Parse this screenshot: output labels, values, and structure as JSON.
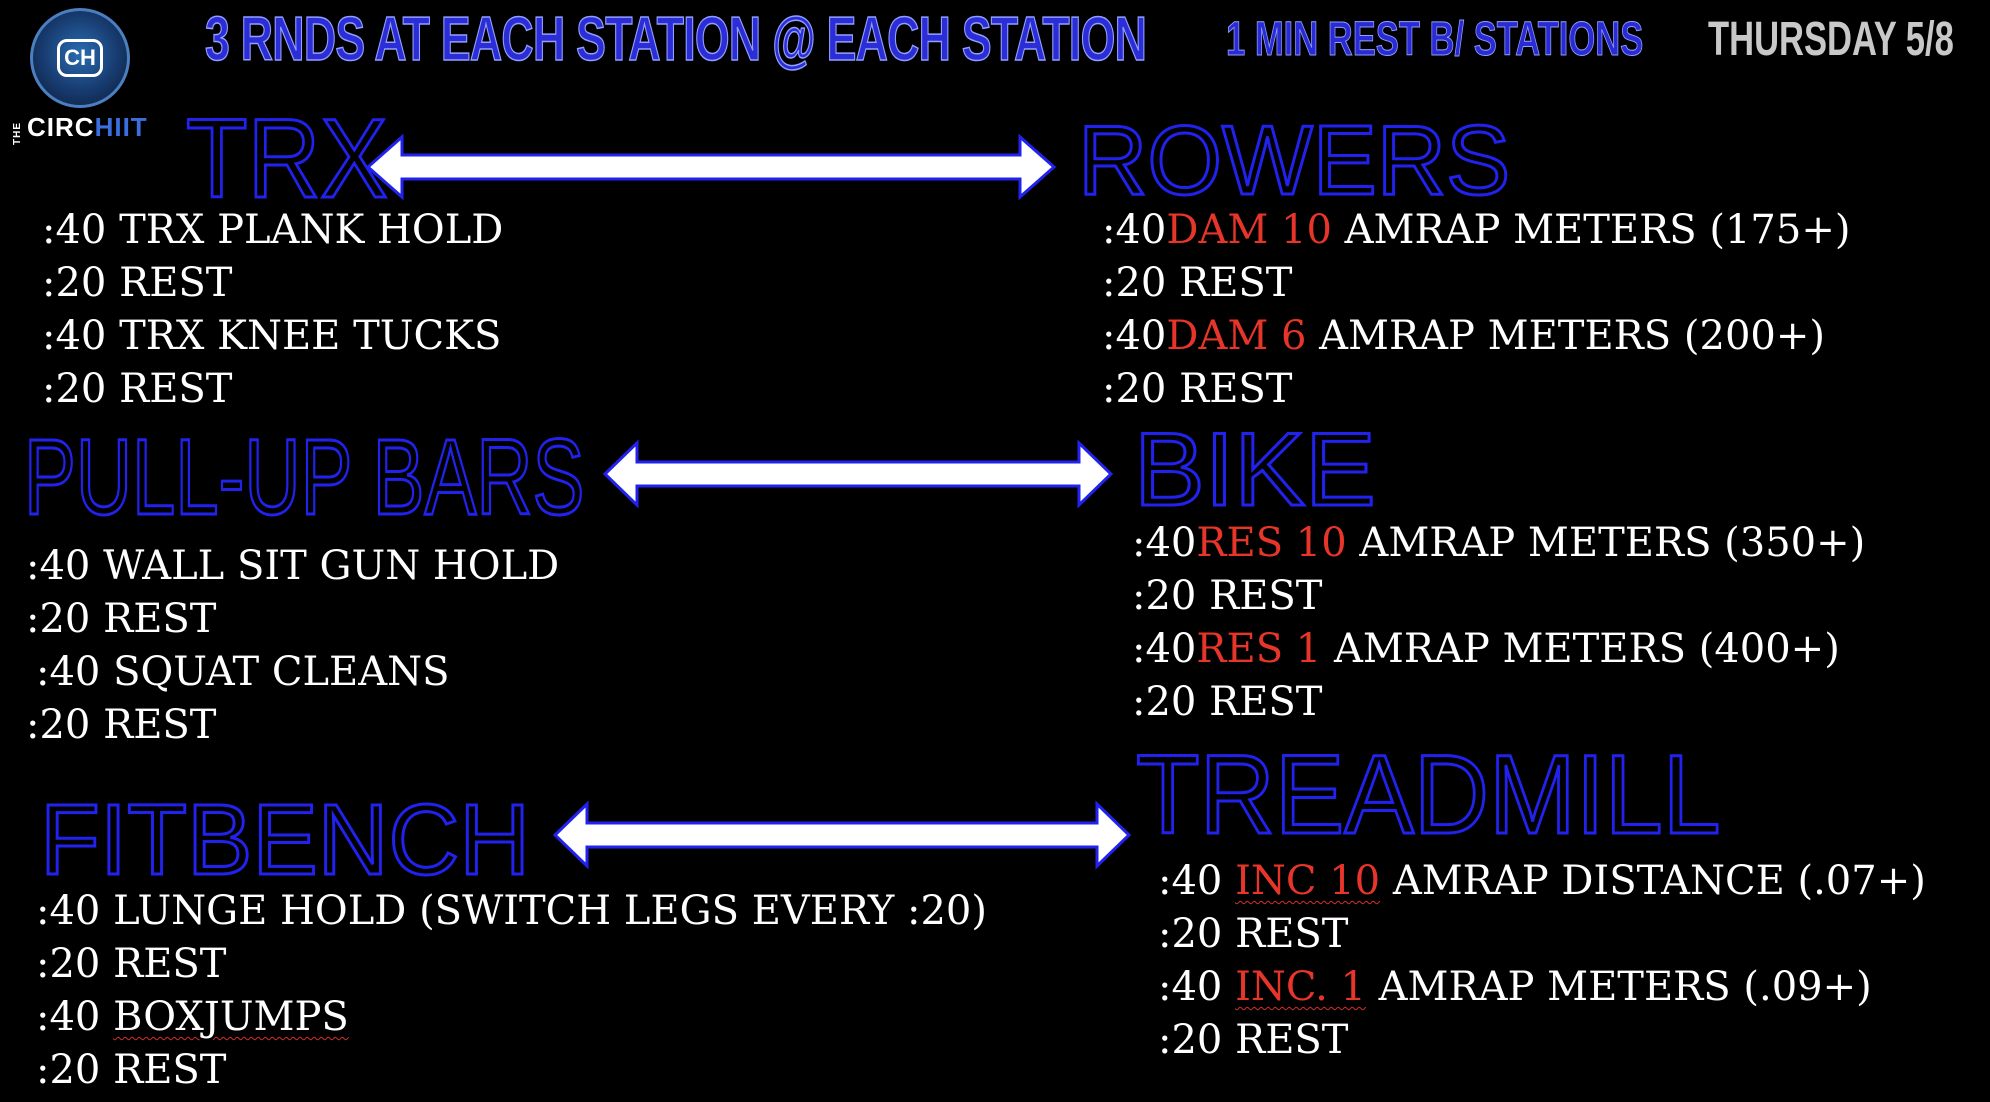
{
  "header": {
    "title": "3 RNDS AT EACH STATION  @ EACH STATION",
    "rest": "1 MIN REST B/ STATIONS",
    "date": "THURSDAY 5/8"
  },
  "logo": {
    "the": "THE",
    "circ": "CIRC",
    "hiit": "HIIT",
    "mark": "CH"
  },
  "stations": {
    "trx": {
      "title": "TRX",
      "lines": [
        ":40 TRX PLANK HOLD",
        ":20 REST",
        ":40 TRX KNEE TUCKS",
        ":20 REST"
      ]
    },
    "rowers": {
      "title": "ROWERS",
      "l1": {
        "pre": ":40",
        "red": "DAM 10",
        "post": " AMRAP METERS (175+)"
      },
      "l2": ":20 REST",
      "l3": {
        "pre": ":40",
        "red": "DAM 6",
        "post": " AMRAP METERS (200+)"
      },
      "l4": ":20 REST"
    },
    "pull": {
      "title": "PULL-UP BARS",
      "lines": [
        ":40 WALL SIT GUN HOLD",
        ":20 REST",
        ":40 SQUAT CLEANS",
        ":20 REST"
      ]
    },
    "bike": {
      "title": "BIKE",
      "l1": {
        "pre": ":40",
        "red": "RES 10",
        "post": " AMRAP METERS (350+)"
      },
      "l2": ":20 REST",
      "l3": {
        "pre": ":40",
        "red": "RES 1",
        "post": " AMRAP METERS (400+)"
      },
      "l4": ":20 REST"
    },
    "fit": {
      "title": "FITBENCH",
      "l1": ":40 LUNGE HOLD (SWITCH LEGS EVERY :20)",
      "l2": ":20 REST",
      "l3_pre": ":40 ",
      "l3_word": "BOXJUMPS",
      "l4": ":20 REST"
    },
    "tread": {
      "title": "TREADMILL",
      "l1": {
        "pre": ":40 ",
        "red": "INC 10",
        "post": " AMRAP DISTANCE (.07+)"
      },
      "l2": ":20 REST",
      "l3": {
        "pre": ":40 ",
        "red": "INC. 1",
        "post": " AMRAP METERS (.09+)"
      },
      "l4": ":20 REST"
    }
  },
  "colors": {
    "background": "#000000",
    "title_outline": "#2222ee",
    "accent_red": "#e8352a",
    "text": "#ffffff",
    "date_gray": "#c8c8c8"
  }
}
